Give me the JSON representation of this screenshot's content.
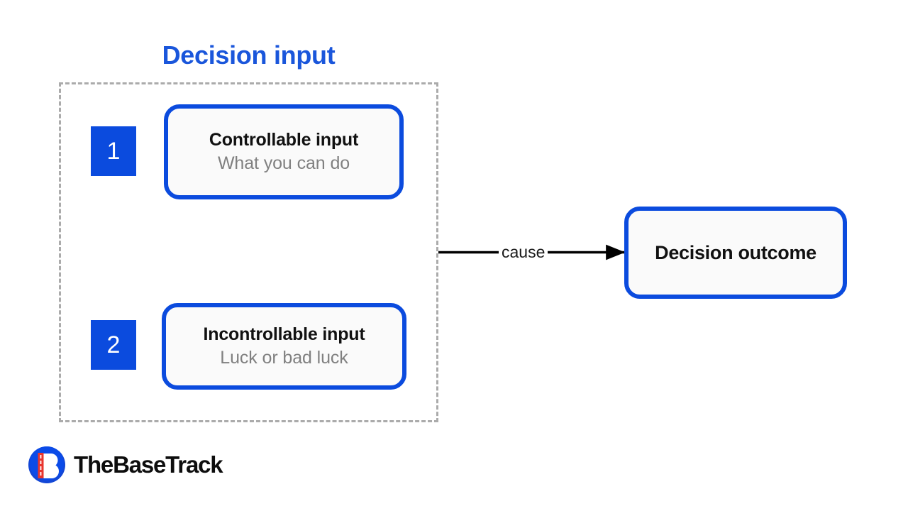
{
  "diagram": {
    "group": {
      "title": "Decision input",
      "title_color": "#1A56DB",
      "border_style": "dashed",
      "border_color": "#ababab"
    },
    "accent_color": "#0B4BDE",
    "card_fill": "#fafafa",
    "subtitle_color": "#808080",
    "items": [
      {
        "number": "1",
        "title": "Controllable input",
        "subtitle": "What you can do"
      },
      {
        "number": "2",
        "title": "Incontrollable input",
        "subtitle": "Luck or bad luck"
      }
    ],
    "connector": {
      "label": "cause",
      "color": "#000000",
      "direction": "right"
    },
    "outcome": {
      "label": "Decision outcome"
    }
  },
  "brand": {
    "name": "TheBaseTrack",
    "mark_icon": "thebasetrack-logo-icon",
    "circle_color": "#0B4BDE",
    "letter": "B",
    "letter_color": "#ffffff",
    "stripe_color": "#e8352e"
  }
}
